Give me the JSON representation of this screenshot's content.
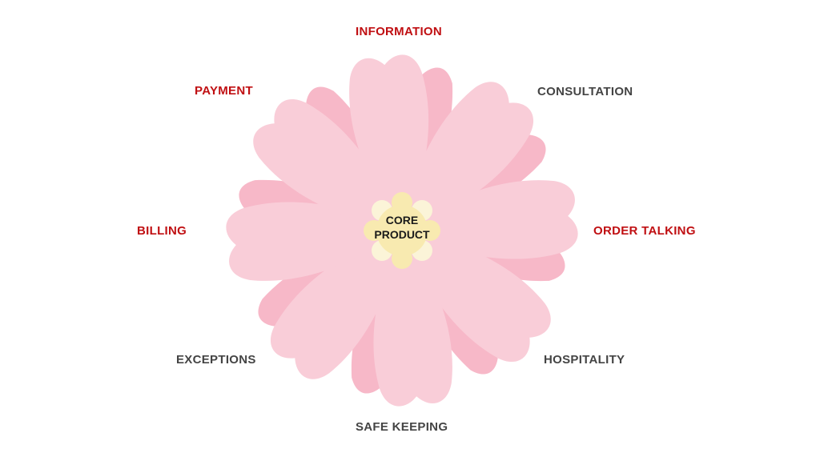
{
  "diagram": {
    "center": {
      "line1": "CORE",
      "line2": "PRODUCT"
    },
    "labels": {
      "information": "INFORMATION",
      "consultation": "CONSULTATION",
      "order_talking": "ORDER TALKING",
      "hospitality": "HOSPITALITY",
      "safe_keeping": "SAFE KEEPING",
      "exceptions": "EXCEPTIONS",
      "billing": "BILLING",
      "payment": "PAYMENT"
    }
  },
  "colors": {
    "petal_front": "#f9cdd8",
    "petal_back": "#f7b8c8",
    "center_dots": "#f8eab0",
    "center_dots_light": "#fbf4d8",
    "highlight_label": "#c00f12",
    "normal_label": "#444444"
  }
}
